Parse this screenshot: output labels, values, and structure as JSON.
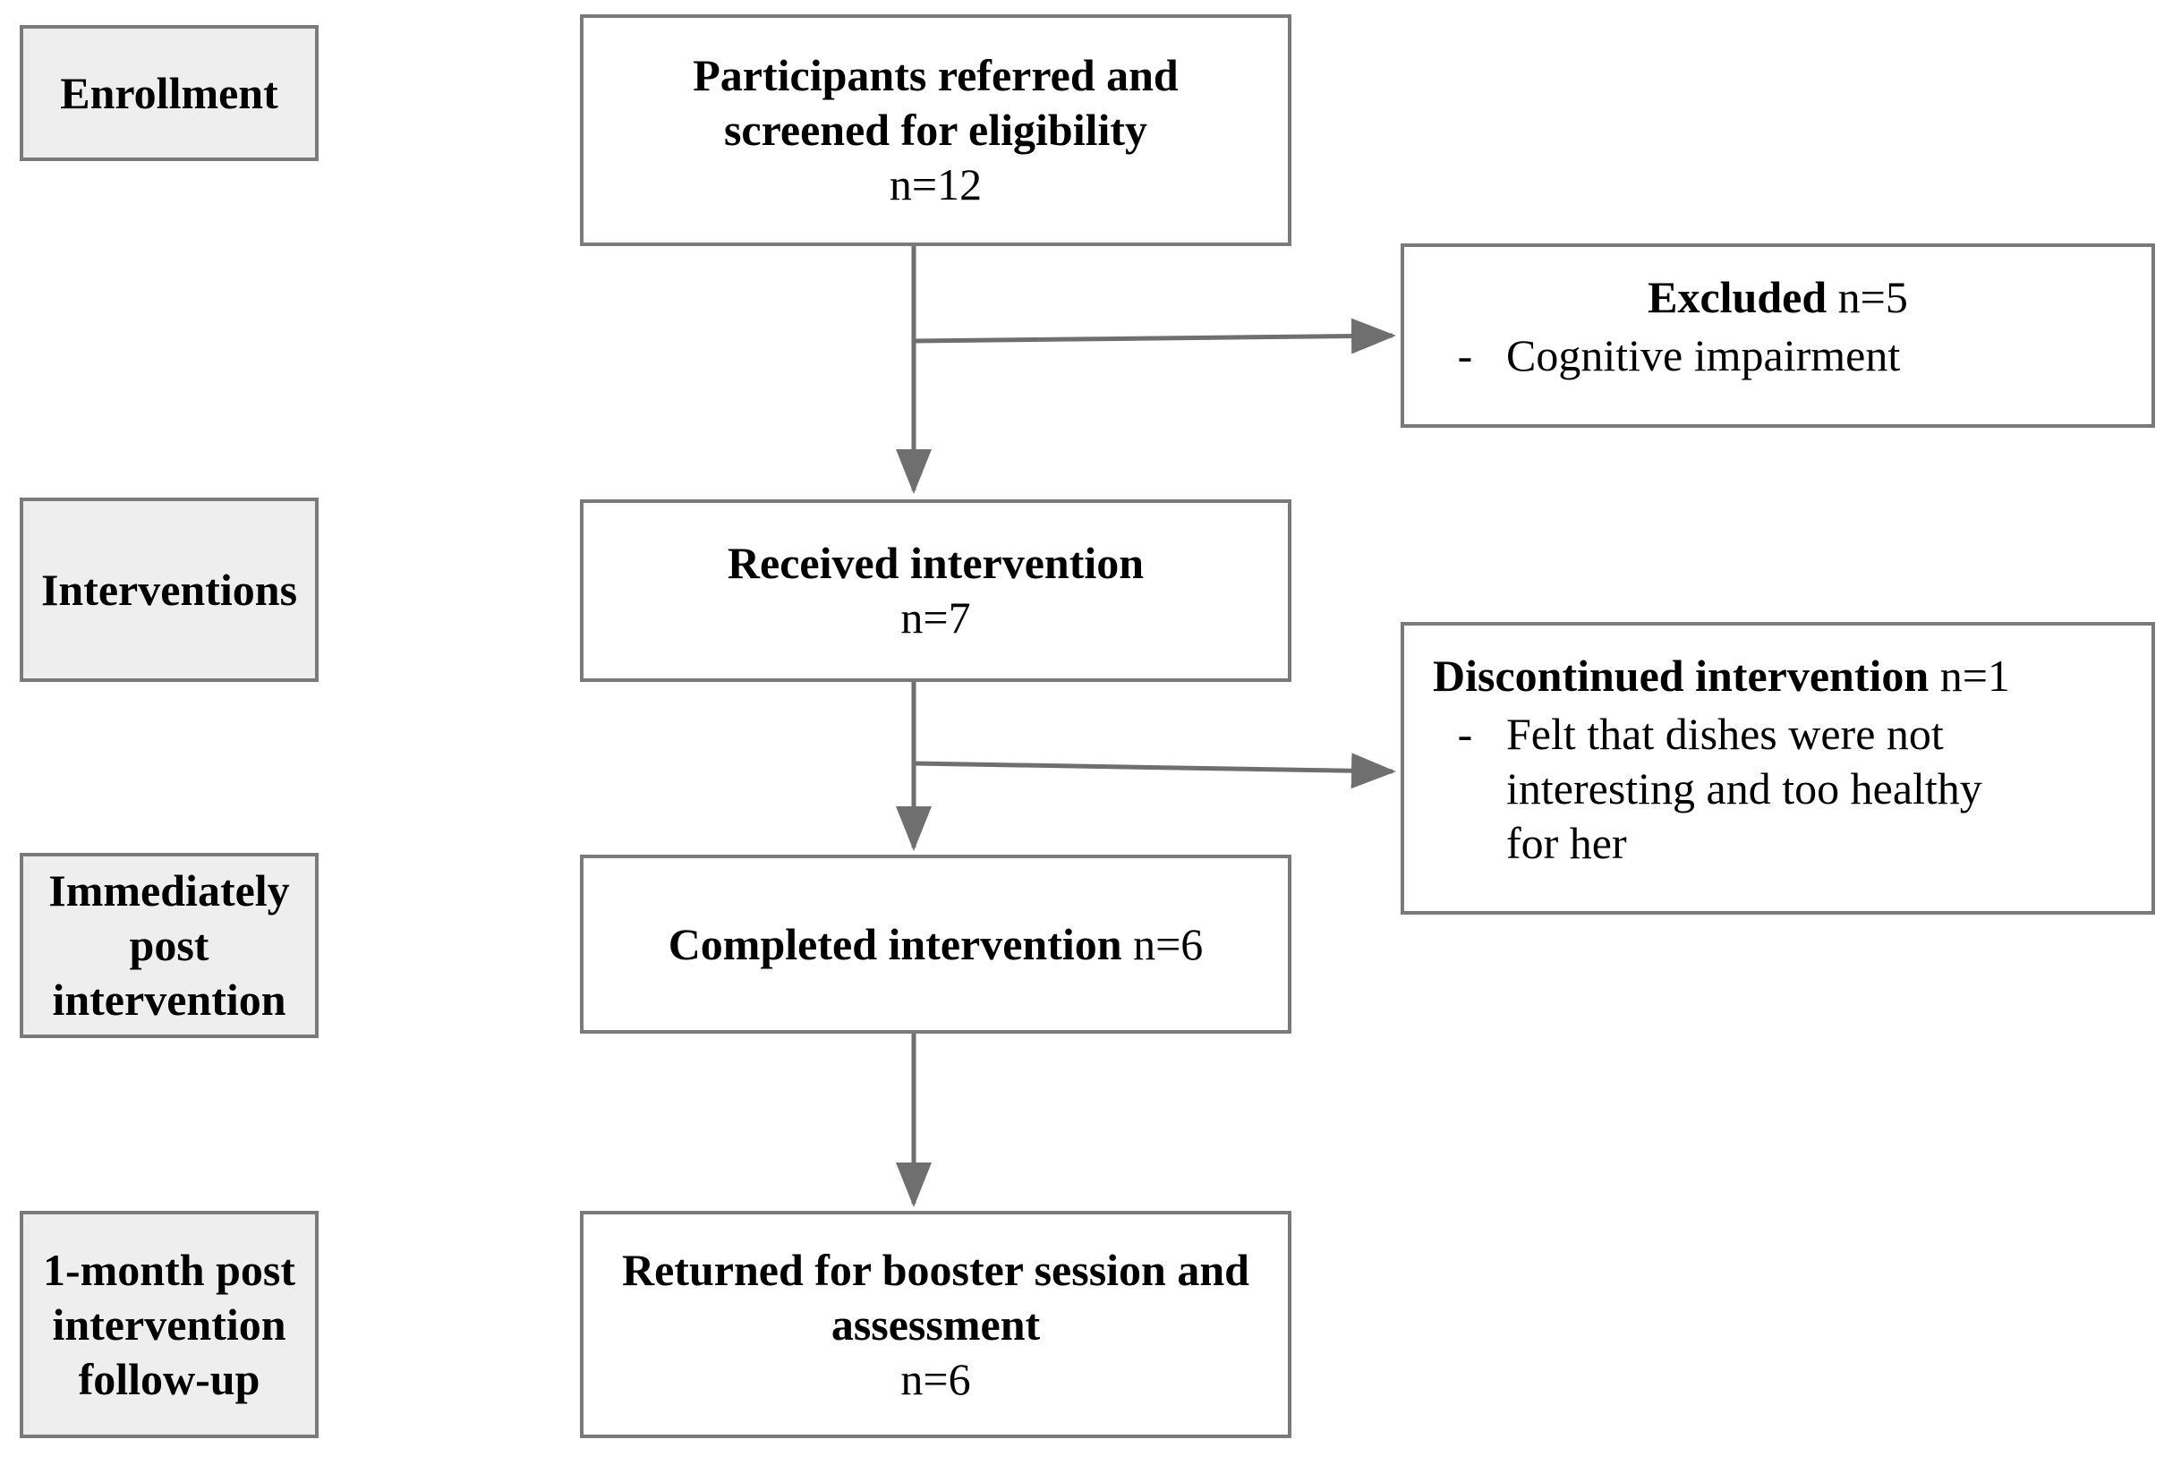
{
  "figure": {
    "type": "consort-flow-diagram",
    "stages": [
      {
        "id": "enrollment",
        "label": "Enrollment"
      },
      {
        "id": "interventions",
        "label": "Interventions"
      },
      {
        "id": "immediately-post",
        "label": "Immediately post intervention"
      },
      {
        "id": "one-month-post",
        "label": "1-month post intervention follow-up"
      }
    ],
    "main_nodes": [
      {
        "id": "screened",
        "title": "Participants referred and screened for eligibility",
        "count": "n=12"
      },
      {
        "id": "received",
        "title": "Received intervention",
        "count": "n=7"
      },
      {
        "id": "completed",
        "title": "Completed intervention",
        "count": "n=6"
      },
      {
        "id": "booster",
        "title": "Returned for booster session and assessment",
        "count": "n=6"
      }
    ],
    "side_nodes": [
      {
        "id": "excluded",
        "heading_bold": "Excluded",
        "heading_count": "n=5",
        "bullet_marker": "-",
        "bullet_text": "Cognitive impairment"
      },
      {
        "id": "discontinued",
        "heading_bold": "Discontinued intervention",
        "heading_count": "n=1",
        "bullet_marker": "-",
        "bullet_text": "Felt that dishes were not interesting and too healthy for her"
      }
    ],
    "colors": {
      "border": "#7a7a7a",
      "stage_fill": "#eeeeee",
      "node_fill": "#ffffff",
      "connector": "#6f6f6f",
      "text": "#000000"
    }
  }
}
